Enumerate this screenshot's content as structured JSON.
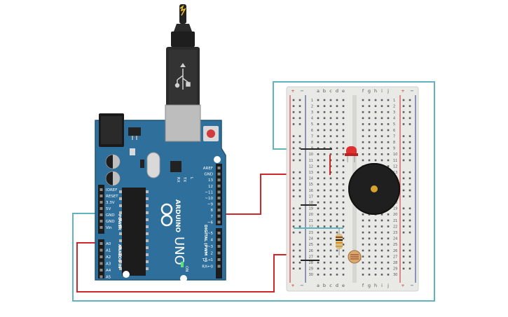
{
  "arduino": {
    "brand": "ARDUINO",
    "model": "UNO",
    "reset_label": "RESET",
    "power_label": "POWER",
    "analog_label": "ANALOG IN",
    "digital_label": "DIGITAL (PWM ~)",
    "on_label": "ON",
    "tx_label": "TX",
    "rx_label": "RX",
    "l_label": "L",
    "power_pins": [
      "IOREF",
      "RESET",
      "3.3V",
      "5V",
      "GND",
      "GND",
      "Vin"
    ],
    "analog_pins": [
      "A0",
      "A1",
      "A2",
      "A3",
      "A4",
      "A5"
    ],
    "digital_pins": [
      "AREF",
      "GND",
      "13",
      "12",
      "~11",
      "~10",
      "~9",
      "8",
      "7",
      "~6",
      "~5",
      "4",
      "~3",
      "2",
      "TX→1",
      "RX←0"
    ]
  },
  "breadboard": {
    "left_columns": [
      "a",
      "b",
      "c",
      "d",
      "e"
    ],
    "right_columns": [
      "f",
      "g",
      "h",
      "i",
      "j"
    ],
    "rail_plus": "+",
    "rail_minus": "−",
    "row_numbers": [
      "1",
      "2",
      "3",
      "4",
      "5",
      "6",
      "7",
      "8",
      "9",
      "10",
      "11",
      "12",
      "13",
      "14",
      "15",
      "16",
      "17",
      "18",
      "19",
      "20",
      "21",
      "22",
      "23",
      "24",
      "25",
      "26",
      "27",
      "28",
      "29",
      "30"
    ]
  },
  "colors": {
    "board": "#2f6f9b",
    "board_edge": "#1f5579",
    "wire_teal": "#5fb4bd",
    "wire_red": "#d0262a",
    "breadboard": "#e9e9e6",
    "led": "#e03030",
    "buzzer": "#222222",
    "buzzer_center": "#d8a22c"
  }
}
